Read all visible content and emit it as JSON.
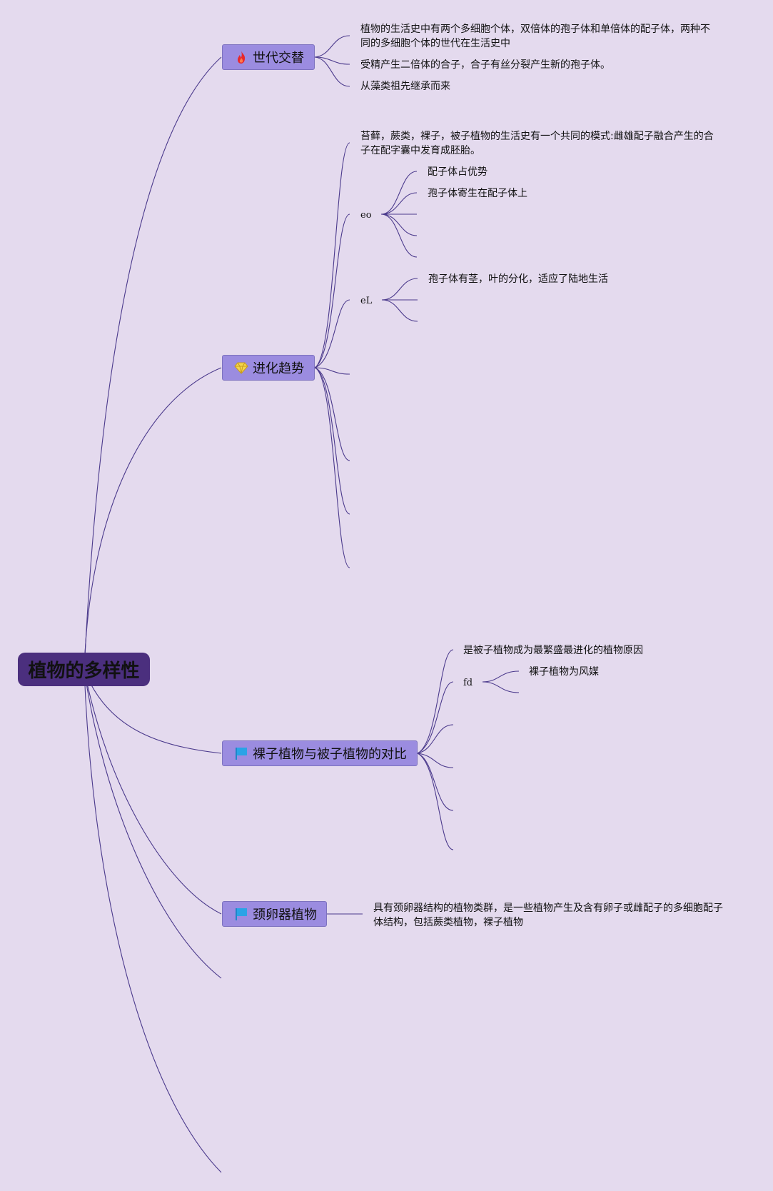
{
  "root": {
    "label": "植物的多样性"
  },
  "branches": {
    "b1": {
      "label": "世代交替",
      "icon": "fire-icon",
      "leaves": [
        "植物的生活史中有两个多细胞个体，双倍体的孢子体和单倍体的配子体，两种不同的多细胞个体的世代在生活史中",
        "受精产生二倍体的合子，合子有丝分裂产生新的孢子体。",
        "从藻类祖先继承而来"
      ]
    },
    "b2": {
      "label": "进化趋势",
      "icon": "diamond-icon",
      "leaf0": "苔藓，蕨类，裸子，被子植物的生活史有一个共同的模式:雌雄配子融合产生的合子在配字囊中发育成胚胎。",
      "eo": {
        "label": "eo",
        "leaves": [
          "配子体占优势",
          "孢子体寄生在配子体上"
        ]
      },
      "eL": {
        "label": "eL",
        "leaves": [
          "孢子体有茎，叶的分化，适应了陆地生活"
        ]
      }
    },
    "b3": {
      "label": "裸子植物与被子植物的对比",
      "icon": "flag-icon",
      "leaf0": "是被子植物成为最繁盛最进化的植物原因",
      "fd": {
        "label": "fd",
        "leaves": [
          "裸子植物为风媒"
        ]
      }
    },
    "b4": {
      "label": "颈卵器植物",
      "icon": "flag-icon",
      "leaf0": "具有颈卵器结构的植物类群，是一些植物产生及含有卵子或雌配子的多细胞配子体结构，包括蕨类植物，裸子植物"
    }
  },
  "colors": {
    "background": "#e4daee",
    "root_fill": "#4b2f7e",
    "branch_fill": "#9b8ce0",
    "line": "#4b3a8c"
  }
}
